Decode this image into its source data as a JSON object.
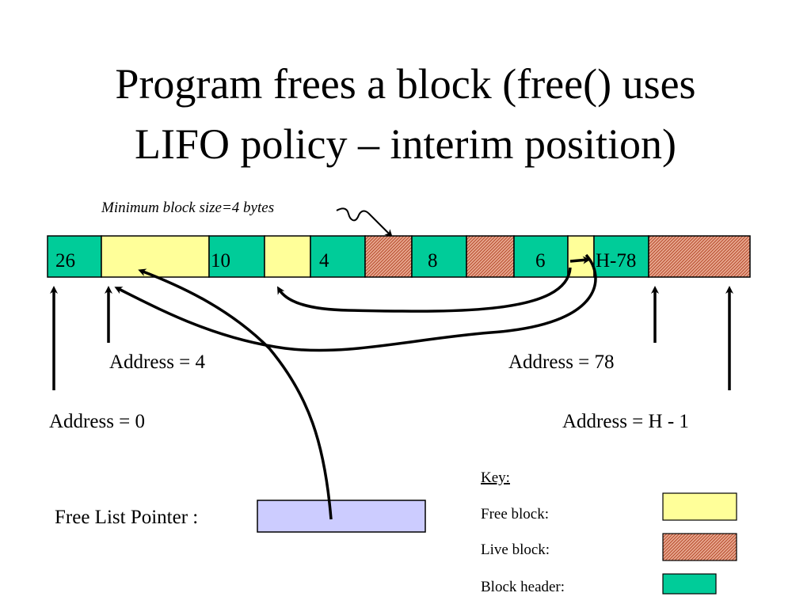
{
  "title": {
    "line1": "Program frees a block (free() uses",
    "line2": "LIFO policy – interim position)"
  },
  "annotation": "Minimum block size=4 bytes",
  "blocks": [
    {
      "kind": "header",
      "label": "26"
    },
    {
      "kind": "free",
      "label": ""
    },
    {
      "kind": "header",
      "label": "10"
    },
    {
      "kind": "free",
      "label": ""
    },
    {
      "kind": "header",
      "label": "4"
    },
    {
      "kind": "live",
      "label": ""
    },
    {
      "kind": "header",
      "label": "8"
    },
    {
      "kind": "live",
      "label": ""
    },
    {
      "kind": "header",
      "label": "6"
    },
    {
      "kind": "free",
      "label": ""
    },
    {
      "kind": "header",
      "label": "H-78"
    },
    {
      "kind": "live",
      "label": ""
    }
  ],
  "addresses": {
    "a0": "Address = 0",
    "a4": "Address = 4",
    "a78": "Address = 78",
    "aH": "Address = H - 1"
  },
  "free_list": {
    "label": "Free List Pointer :"
  },
  "key": {
    "title": "Key:",
    "free": "Free block:",
    "live": "Live block:",
    "header": "Block header:"
  },
  "colors": {
    "free": "#ffff99",
    "live": "#e8a890",
    "live_hatch": "#b04020",
    "header": "#00cc99",
    "pointer_box": "#ccccff"
  }
}
